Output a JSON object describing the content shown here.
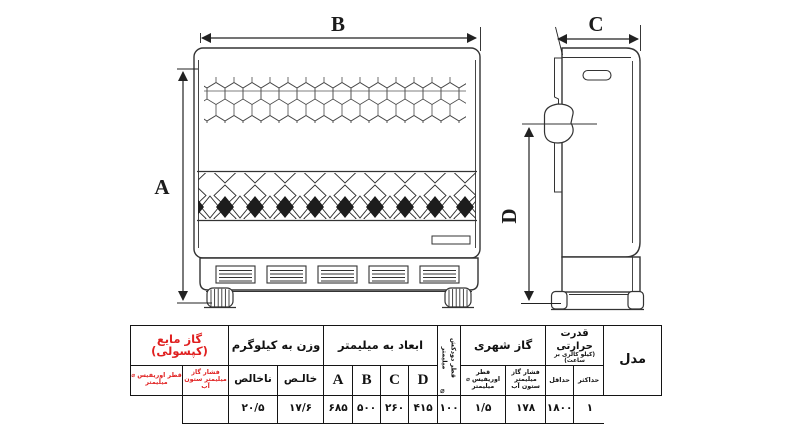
{
  "diagram": {
    "front_view": {
      "width_label": "B",
      "height_label": "A"
    },
    "side_view": {
      "width_label": "C",
      "height_label": "D"
    }
  },
  "table": {
    "model": {
      "header": "مدل",
      "value": ""
    },
    "thermal_power": {
      "header": "قدرت حرارتی",
      "subheader": "(کیلو کالری بر ساعت)",
      "max_label": "حداکثر",
      "min_label": "حداقل",
      "max_value": "۱",
      "min_value": "۱۸۰۰"
    },
    "city_gas": {
      "header": "گاز شهری",
      "pressure_label": "فشار گاز",
      "pressure_unit": "میلیمتر ستون آب",
      "pressure_value": "۱۷۸",
      "orifice_label": "قطر اوریفیس ⌀",
      "orifice_unit": "میلیمتر",
      "orifice_value": "۱/۵"
    },
    "chimney": {
      "label": "قطر دودکش",
      "unit": "میلیمتر",
      "symbol": "⌀",
      "value": "۱۰۰"
    },
    "dimensions_mm": {
      "header": "ابعاد به میلیمتر",
      "a_label": "A",
      "b_label": "B",
      "c_label": "C",
      "d_label": "D",
      "a": "۶۸۵",
      "b": "۵۰۰",
      "c": "۲۶۰",
      "d": "۴۱۵"
    },
    "weight_kg": {
      "header": "وزن به کیلوگرم",
      "net_label": "خالـص",
      "gross_label": "ناخالص",
      "net": "۱۷/۶",
      "gross": "۲۰/۵"
    },
    "lpg": {
      "header": "گاز مایع (کپسولی)",
      "pressure_label": "فشار گاز",
      "pressure_unit": "میلیمتر ستون آب",
      "orifice_label": "قطر اوریفیس ⌀",
      "orifice_unit": "میلیمتر",
      "accent_color": "#e01f1f"
    }
  }
}
